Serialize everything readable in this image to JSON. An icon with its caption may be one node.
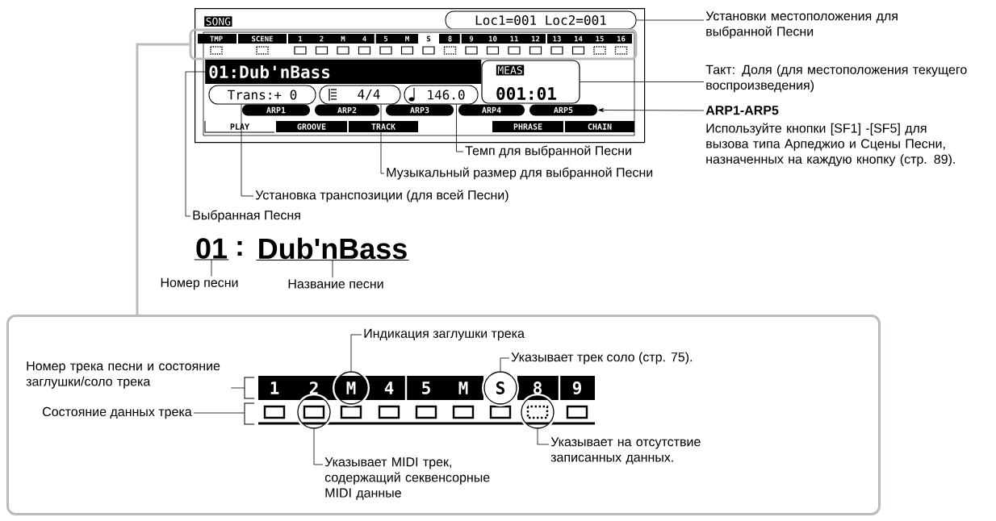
{
  "diagram": {
    "nodes": [
      {
        "text": [
          "SONG"
        ]
      },
      {
        "text": [
          "Loc1=001 Loc2=001"
        ],
        "in": 0
      },
      {
        "text": [
          "TMP",
          "SCENE",
          "1",
          "2",
          "M",
          "4",
          "5",
          "M",
          "S",
          "8",
          "9",
          "10",
          "11",
          "12",
          "13",
          "14",
          "15",
          "16"
        ],
        "in": 0
      },
      {
        "text": [
          "01:Dub'nBass"
        ],
        "in": 0
      },
      {
        "text": [
          "MEAS",
          "001:01"
        ],
        "in": 0
      },
      {
        "text": [
          "Trans:+ 0"
        ],
        "in": 0
      },
      {
        "text": [
          "4/4"
        ],
        "in": 0
      },
      {
        "text": [
          "146.0"
        ],
        "in": 0
      },
      {
        "text": [
          "ARP1"
        ],
        "in": 0
      },
      {
        "text": [
          "ARP2"
        ],
        "in": 0
      },
      {
        "text": [
          "ARP3"
        ],
        "in": 0
      },
      {
        "text": [
          "ARP4"
        ],
        "in": 0
      },
      {
        "text": [
          "ARP5"
        ],
        "in": 0
      },
      {
        "text": [
          "PLAY"
        ],
        "in": 0
      },
      {
        "text": [
          "GROOVE"
        ],
        "in": 0
      },
      {
        "text": [
          "TRACK"
        ],
        "in": 0
      },
      {
        "text": [
          "PHRASE"
        ],
        "in": 0
      },
      {
        "text": [
          "CHAIN"
        ],
        "in": 0
      },
      {
        "text": [
          "Установки местоположения для выбранной Песни"
        ]
      },
      {
        "text": [
          "Такт: Доля (для местоположения текущего воспроизведения)"
        ]
      },
      {
        "text": [
          "ARP1-ARP5",
          "Используйте кнопки [SF1] -[SF5] для вызова типа Арпеджио и Сцены Песни, назначенных на каждую кнопку (стр. 89)."
        ]
      },
      {
        "text": [
          "Темп для выбранной Песни"
        ]
      },
      {
        "text": [
          "Музыкальный размер для выбранной Песни"
        ]
      },
      {
        "text": [
          "Установка транспозиции (для всей Песни)"
        ]
      },
      {
        "text": [
          "Выбранная Песня"
        ]
      },
      {
        "text": [
          "01"
        ]
      },
      {
        "text": [
          "Dub'nBass"
        ]
      },
      {
        "text": [
          "Номер песни"
        ]
      },
      {
        "text": [
          "Название песни"
        ]
      },
      {
        "text": [],
        "shape": "box"
      },
      {
        "text": [
          "1",
          "2",
          "4",
          "5",
          "M",
          "8",
          "9"
        ],
        "in": 29
      },
      {
        "text": [
          "M"
        ],
        "in": 29
      },
      {
        "text": [
          "S"
        ],
        "in": 29
      },
      {
        "text": [],
        "shape": "circle",
        "in": 29
      },
      {
        "text": [],
        "shape": "circle",
        "in": 29
      },
      {
        "text": [],
        "shape": "box",
        "in": 29
      },
      {
        "text": [
          "Индикация заглушки трека"
        ],
        "in": 29
      },
      {
        "text": [
          "Указывает трек соло (стр. 75)."
        ],
        "in": 29
      },
      {
        "text": [
          "Номер трека песни и состояние заглушки/соло трека"
        ],
        "in": 29
      },
      {
        "text": [
          "Состояние данных трека"
        ],
        "in": 29
      },
      {
        "text": [
          "Указывает MIDI трек, содержащий секвенсорные MIDI данные"
        ],
        "in": 29
      },
      {
        "text": [
          "Указывает на отсутствие записанных данных."
        ],
        "in": 29
      }
    ],
    "edges": [
      {
        "from": 18,
        "to": 1,
        "arrow": "none"
      },
      {
        "from": 19,
        "to": 4,
        "arrow": "none"
      },
      {
        "from": 20,
        "to": 12,
        "arrow": "to"
      },
      {
        "from": 21,
        "to": 7,
        "arrow": "none"
      },
      {
        "from": 22,
        "to": 6,
        "arrow": "none"
      },
      {
        "from": 23,
        "to": 5,
        "arrow": "none"
      },
      {
        "from": 24,
        "to": 3,
        "arrow": "none"
      },
      {
        "from": 27,
        "to": 25,
        "arrow": "none"
      },
      {
        "from": 28,
        "to": 26,
        "arrow": "none"
      },
      {
        "from": 2,
        "to": 29,
        "arrow": "none",
        "style": "thick",
        "color": "#b7bcc4"
      },
      {
        "from": 36,
        "to": 31,
        "arrow": "none"
      },
      {
        "from": 37,
        "to": 32,
        "arrow": "none"
      },
      {
        "from": 38,
        "to": 30,
        "arrow": "none"
      },
      {
        "from": 39,
        "to": 35,
        "arrow": "none"
      },
      {
        "from": 40,
        "to": 33,
        "arrow": "none"
      },
      {
        "from": 41,
        "to": 34,
        "arrow": "none"
      }
    ],
    "labels": [
      ":"
    ]
  }
}
